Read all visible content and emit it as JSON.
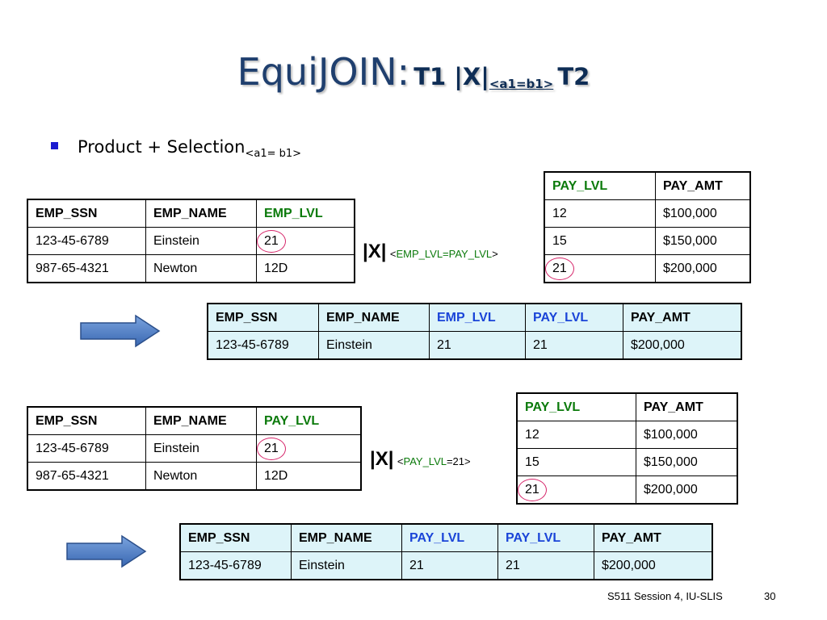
{
  "title": {
    "main": "EquiJOIN:",
    "expr_left": "T1 |X|",
    "sub": "<a1=b1>",
    "expr_right": "T2"
  },
  "bullet": {
    "text": "Product + Selection",
    "sub": "<a1= b1>"
  },
  "colors": {
    "title": "#1f3f6e",
    "green_header": "#0b7a0b",
    "blue_header": "#1a44d8",
    "circle": "#d6266a",
    "arrow": "#4a7cc4",
    "result_bg": "#ddf4f9",
    "bullet": "#1b1bd0"
  },
  "example1": {
    "left_table": {
      "headers": [
        "EMP_SSN",
        "EMP_NAME",
        "EMP_LVL"
      ],
      "rows": [
        [
          "123-45-6789",
          "Einstein",
          "21"
        ],
        [
          "987-65-4321",
          "Newton",
          "12D"
        ]
      ]
    },
    "join": {
      "op": "|X|",
      "lt": "<",
      "cond_green": "EMP_LVL=PAY_LVL",
      "gt": ">"
    },
    "right_table": {
      "headers": [
        "PAY_LVL",
        "PAY_AMT"
      ],
      "rows": [
        [
          "12",
          "$100,000"
        ],
        [
          "15",
          "$150,000"
        ],
        [
          "21",
          "$200,000"
        ]
      ]
    },
    "result": {
      "headers": [
        "EMP_SSN",
        "EMP_NAME",
        "EMP_LVL",
        "PAY_LVL",
        "PAY_AMT"
      ],
      "rows": [
        [
          "123-45-6789",
          "Einstein",
          "21",
          "21",
          "$200,000"
        ]
      ]
    }
  },
  "example2": {
    "left_table": {
      "headers": [
        "EMP_SSN",
        "EMP_NAME",
        "PAY_LVL"
      ],
      "rows": [
        [
          "123-45-6789",
          "Einstein",
          "21"
        ],
        [
          "987-65-4321",
          "Newton",
          "12D"
        ]
      ]
    },
    "join": {
      "op": "|X|",
      "lt": "<",
      "cond_green": "PAY_LVL",
      "rest": "=21>"
    },
    "right_table": {
      "headers": [
        "PAY_LVL",
        "PAY_AMT"
      ],
      "rows": [
        [
          "12",
          "$100,000"
        ],
        [
          "15",
          "$150,000"
        ],
        [
          "21",
          "$200,000"
        ]
      ]
    },
    "result": {
      "headers": [
        "EMP_SSN",
        "EMP_NAME",
        "PAY_LVL",
        "PAY_LVL",
        "PAY_AMT"
      ],
      "rows": [
        [
          "123-45-6789",
          "Einstein",
          "21",
          "21",
          "$200,000"
        ]
      ]
    }
  },
  "footer": {
    "text": "S511 Session 4, IU-SLIS",
    "page": "30"
  }
}
